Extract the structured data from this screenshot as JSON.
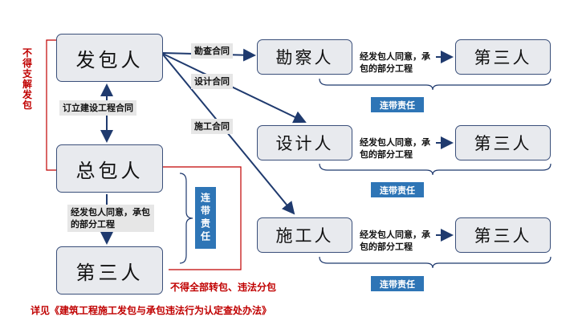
{
  "nodes": {
    "employer": "发包人",
    "general_contractor": "总包人",
    "third_party_left": "第三人",
    "surveyor": "勘察人",
    "designer": "设计人",
    "constructor": "施工人",
    "third_party_survey": "第三人",
    "third_party_design": "第三人",
    "third_party_construct": "第三人"
  },
  "edges": {
    "survey_contract": "勘查合同",
    "design_contract": "设计合同",
    "construction_contract": "施工合同",
    "general_contract": "订立建设工程合同",
    "left_subcontract": "经发包人同意，承包的部分工程",
    "right_subcontract": "经发包人同意，承包的部分工程"
  },
  "joint_liability": "连带责任",
  "warnings": {
    "no_dissolve": "不得支解发包",
    "no_subcontract": "不得全部转包、违法分包",
    "reference": "详见《建筑工程施工发包与承包违法行为认定查处办法》"
  },
  "colors": {
    "arrow": "#1f3a6e",
    "warning": "#c00000",
    "joint_bg": "#2e75b6",
    "node_bg": "#e8eaee"
  }
}
